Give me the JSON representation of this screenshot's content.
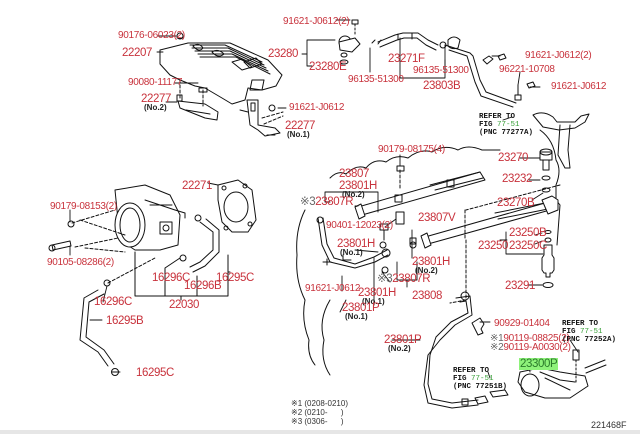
{
  "figure_id": "221468F",
  "legend_notes": [
    {
      "mark": "※1",
      "text": "(0208-0210)"
    },
    {
      "mark": "※2",
      "text": "(0210-      )"
    },
    {
      "mark": "※3",
      "text": "(0306-      )"
    }
  ],
  "colors": {
    "label": "#c8323c",
    "ref_fig": "#3aa03a",
    "highlight": "#8ef27a",
    "line": "#111111"
  },
  "refer_blocks": [
    {
      "line1": "REFER TO",
      "fig_prefix": "FIG",
      "fig": "77-51",
      "pnc": "(PNC 77277A)"
    },
    {
      "line1": "REFER TO",
      "fig_prefix": "FIG",
      "fig": "77-51",
      "pnc": "(PNC 77252A)"
    },
    {
      "line1": "REFER TO",
      "fig_prefix": "FIG",
      "fig": "77-51",
      "pnc": "(PNC 77251B)"
    }
  ],
  "labels": {
    "p90176": "90176-06023(2)",
    "p22207": "22207",
    "p90080": "90080-11177",
    "p22277_2": "22277",
    "p22277_2_sub": "(No.2)",
    "p22277_1": "22277",
    "p22277_1_sub": "(No.1)",
    "p91621_top2": "91621-J0612(2)",
    "p23280": "23280",
    "p23280E": "23280E",
    "p96135_a": "96135-51300",
    "p23271F": "23271F",
    "p96135_b": "96135-51300",
    "p23803B": "23803B",
    "p91621_mid": "91621-J0612",
    "p91621_r2": "91621-J0612(2)",
    "p96221": "96221-10708",
    "p91621_r": "91621-J0612",
    "p22271": "22271",
    "p90179_a": "90179-08153(2)",
    "p90105": "90105-08286(2)",
    "p16296C_a": "16296C",
    "p16296B": "16296B",
    "p16295C_a": "16295C",
    "p22030": "22030",
    "p16296C_b": "16296C",
    "p16295B": "16295B",
    "p16295C_b": "16295C",
    "p90179_b": "90179-08175(4)",
    "p23807": "23807",
    "p23801H_a": "23801H",
    "p23801H_a_sub": "(No.2)",
    "p23807R_a_mark": "※3",
    "p23807R_a": "23807R",
    "p23807V": "23807V",
    "p90401": "90401-12023(2)",
    "p23801H_b": "23801H",
    "p23801H_b_sub": "(No.1)",
    "p23801H_c": "23801H",
    "p23801H_c_sub": "(No.2)",
    "p23807R_b_mark": "※3",
    "p23807R_b": "23807R",
    "p91621_low": "91621-J0612",
    "p23801H_d": "23801H",
    "p23801H_d_sub": "(No.1)",
    "p23808": "23808",
    "p23801P_a": "23801P",
    "p23801P_a_sub": "(No.1)",
    "p23801P_b": "23801P",
    "p23801P_b_sub": "(No.2)",
    "p23270": "23270",
    "p23232": "23232",
    "p23270B": "23270B",
    "p23250B": "23250B",
    "p23250": "23250",
    "p23250C": "23250C",
    "p23291": "23291",
    "p90929": "90929-01404",
    "p90119_a_mark": "※1",
    "p90119_a": "90119-08825(2)",
    "p90119_b_mark": "※2",
    "p90119_b": "90119-A0030(2)",
    "p23300P": "23300P"
  }
}
